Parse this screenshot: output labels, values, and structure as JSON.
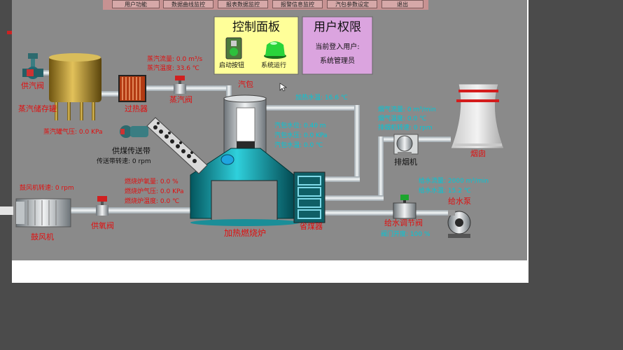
{
  "menu": [
    "用户功能",
    "数据曲线监控",
    "报表数据监控",
    "报警信息监控",
    "汽包参数设定",
    "退出"
  ],
  "control_panel": {
    "title": "控制面板",
    "start_label": "启动按钮",
    "run_label": "系统运行"
  },
  "user_panel": {
    "title": "用户权限",
    "current_user_label": "当前登入用户:",
    "current_user": "系统管理员"
  },
  "equipment": {
    "supply_valve": "供汽阀",
    "steam_tank": "蒸汽储存罐",
    "superheater": "过热器",
    "steam_valve": "蒸汽阀",
    "drum": "汽包",
    "coal_belt": "供煤传送带",
    "furnace": "加热燃烧炉",
    "economizer": "省煤器",
    "induced_fan": "排烟机",
    "chimney": "烟囱",
    "blower": "鼓风机",
    "oxygen_valve": "供氧阀",
    "feed_valve": "给水调节阀",
    "feed_pump": "给水泵"
  },
  "readings": {
    "steam_flow": "蒸汽流量:  0.0  m³/s",
    "steam_temp": "蒸汽温度:  33.6  ℃",
    "tank_pressure": "蒸汽罐气压:  0.0  KPa",
    "belt_speed": "传送带转速:   0    rpm",
    "fan_speed": "鼓风机转速:   0    rpm",
    "fuel_flow": "燃烧炉氧量:  0.0  %",
    "furnace_pressure": "燃烧炉气压:  0.0  KPa",
    "furnace_temp": "燃烧炉温度:  0.0  ℃",
    "heater_water_temp": "加热水温:  16.6  ℃",
    "drum_level": "汽包水位:  0.40  m",
    "drum_pressure": "汽包水压:  0.0  KPa",
    "drum_temp": "汽包水温:  0.0  ℃",
    "flue_flow": "烟气流量:   0   m³/min",
    "flue_temp": "烟气温度:   0.0  ℃",
    "exhaust_speed": "排烟机转速:   0    rpm",
    "feed_flow": "给水流量:  2000  m³/min",
    "feed_temp": "给水水温:  15.2  ℃",
    "valve_open": "阀门开度:  100  %"
  }
}
